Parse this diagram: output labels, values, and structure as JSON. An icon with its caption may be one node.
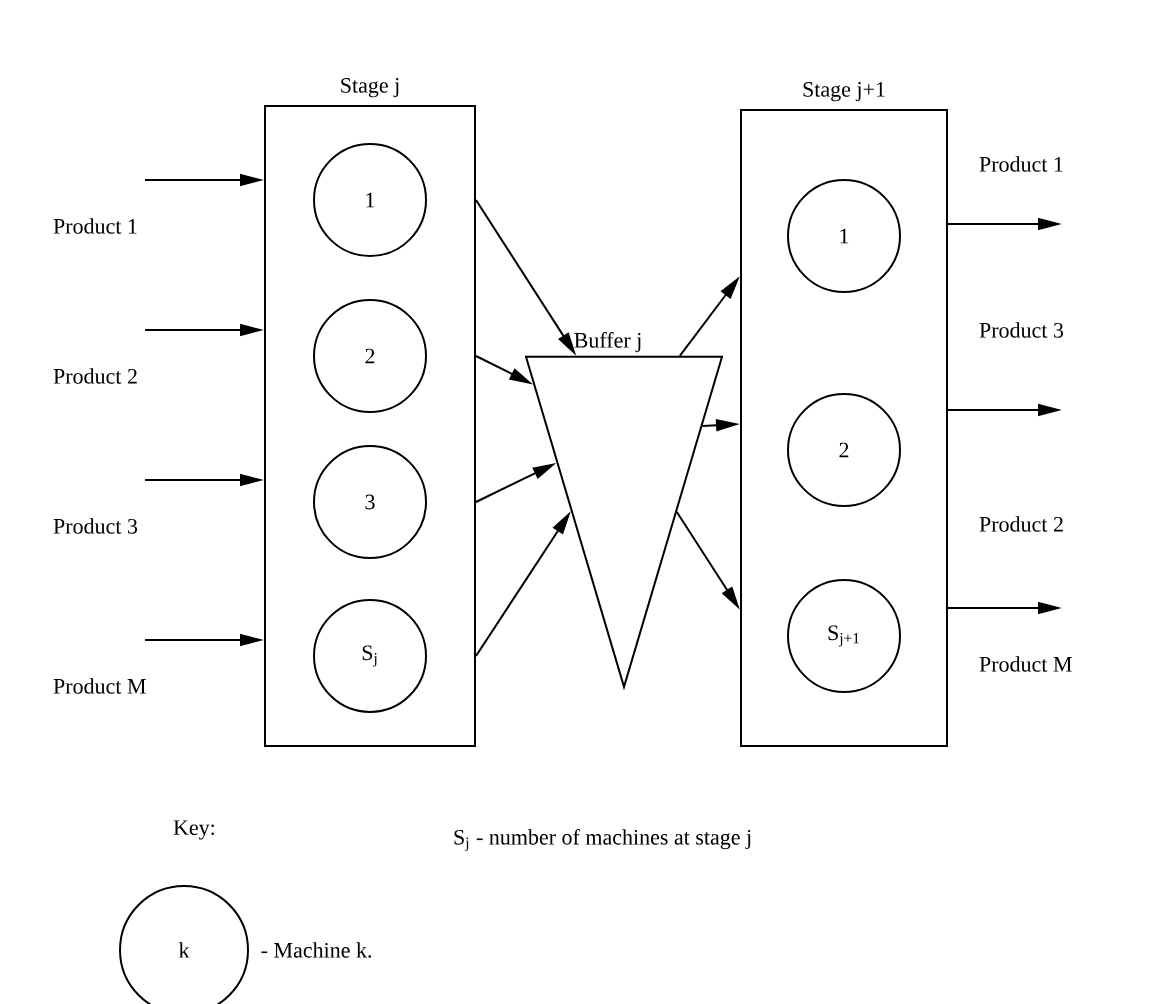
{
  "diagram": {
    "nodes": [
      {
        "text": [
          "Stage j"
        ]
      },
      {
        "text": [
          "1"
        ],
        "in": 0
      },
      {
        "text": [
          "2"
        ],
        "in": 0
      },
      {
        "text": [
          "3"
        ],
        "in": 0
      },
      {
        "text": [
          "S$_{j}$"
        ],
        "in": 0
      },
      {
        "text": [
          "Buffer j"
        ]
      },
      {
        "text": [
          "Stage j+1"
        ]
      },
      {
        "text": [
          "1"
        ],
        "in": 6
      },
      {
        "text": [
          "2"
        ],
        "in": 6
      },
      {
        "text": [
          "S$_{j+1}$"
        ],
        "in": 6
      },
      {
        "text": [
          "k"
        ],
        "beside": [
          "- Machine k."
        ]
      }
    ],
    "edges": [
      {
        "from": null,
        "to": 0,
        "arrow": "to",
        "label": "Product 1"
      },
      {
        "from": null,
        "to": 0,
        "arrow": "to",
        "label": "Product 2"
      },
      {
        "from": null,
        "to": 0,
        "arrow": "to",
        "label": "Product 3"
      },
      {
        "from": null,
        "to": 0,
        "arrow": "to",
        "label": "Product M"
      },
      {
        "from": 0,
        "to": 5,
        "arrow": "to"
      },
      {
        "from": 0,
        "to": 5,
        "arrow": "to"
      },
      {
        "from": 0,
        "to": 5,
        "arrow": "to"
      },
      {
        "from": 0,
        "to": 5,
        "arrow": "to"
      },
      {
        "from": 5,
        "to": 6,
        "arrow": "to"
      },
      {
        "from": 5,
        "to": 6,
        "arrow": "to"
      },
      {
        "from": 5,
        "to": 6,
        "arrow": "to"
      },
      {
        "from": 6,
        "to": null,
        "arrow": "to"
      },
      {
        "from": 6,
        "to": null,
        "arrow": "to"
      },
      {
        "from": 6,
        "to": null,
        "arrow": "to"
      }
    ],
    "labels": [
      "Product 1",
      "Product 3",
      "Product 2",
      "Product M",
      "Key:",
      "S$_{j}$ - number of machines at stage j"
    ]
  }
}
